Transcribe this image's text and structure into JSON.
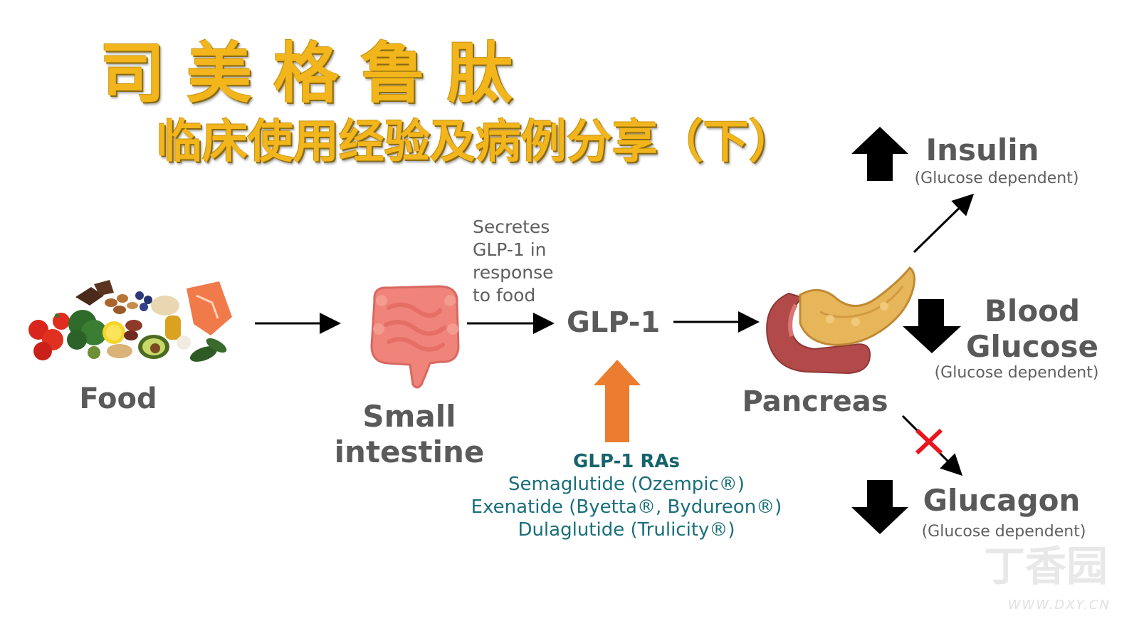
{
  "title": {
    "main": "司美格鲁肽",
    "sub": "临床使用经验及病例分享（下）"
  },
  "nodes": {
    "food": "Food",
    "small_intestine_line1": "Small",
    "small_intestine_line2": "intestine",
    "glp1": "GLP-1",
    "pancreas": "Pancreas"
  },
  "secretion_note": {
    "line1": "Secretes",
    "line2": "GLP-1 in",
    "line3": "response",
    "line4": "to food"
  },
  "glp1_ras": {
    "title": "GLP-1 RAs",
    "drug1": "Semaglutide (Ozempic®)",
    "drug2": "Exenatide (Byetta®, Bydureon®)",
    "drug3": "Dulaglutide (Trulicity®)"
  },
  "outcomes": {
    "insulin": {
      "title": "Insulin",
      "note": "(Glucose dependent)",
      "direction": "up"
    },
    "blood_glucose": {
      "title_line1": "Blood",
      "title_line2": "Glucose",
      "note": "(Glucose dependent)",
      "direction": "down"
    },
    "glucagon": {
      "title": "Glucagon",
      "note": "(Glucose dependent)",
      "direction": "down"
    }
  },
  "watermark": {
    "brand": "丁香园",
    "url": "WWW.DXY.CN"
  },
  "colors": {
    "title_gold": "#f2b51c",
    "text_gray": "#5a5a5a",
    "ras_teal": "#1a6f7a",
    "up_arrow_orange": "#ec7c30",
    "cross_red": "#e8161e",
    "arrow_black": "#000000"
  }
}
